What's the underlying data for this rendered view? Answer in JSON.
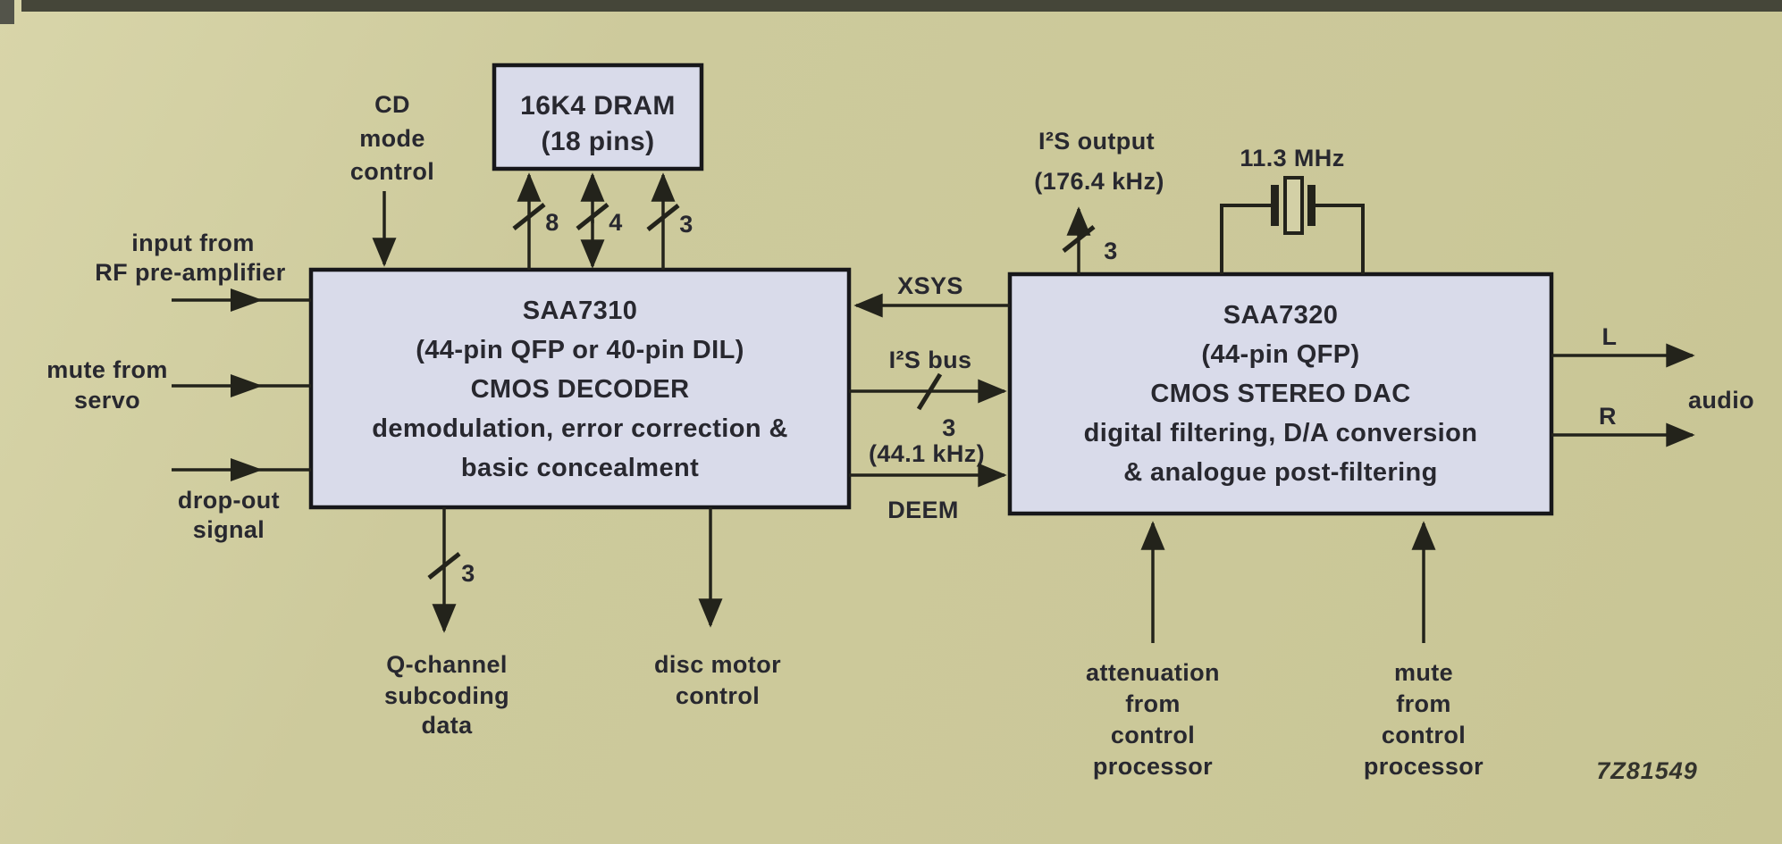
{
  "figure": {
    "code": "7Z81549"
  },
  "colors": {
    "background": "#cdca9c",
    "box_fill": "#d9dbea",
    "box_border": "#17171a",
    "line": "#23231b",
    "text": "#28282f",
    "top_strip": "#454639"
  },
  "blocks": {
    "dram": {
      "lines": [
        "16K4 DRAM",
        "(18 pins)"
      ]
    },
    "decoder": {
      "lines": [
        "SAA7310",
        "(44-pin QFP or 40-pin DIL)",
        "CMOS DECODER",
        "demodulation, error correction &",
        "basic concealment"
      ]
    },
    "dac": {
      "lines": [
        "SAA7320",
        "(44-pin QFP)",
        "CMOS STEREO DAC",
        "digital filtering, D/A conversion",
        "& analogue post-filtering"
      ]
    }
  },
  "labels": {
    "cd_mode": [
      "CD",
      "mode",
      "control"
    ],
    "input_rf": [
      "input from",
      "RF pre-amplifier"
    ],
    "mute_servo": [
      "mute from",
      "servo"
    ],
    "dropout": [
      "drop-out",
      "signal"
    ],
    "xsys": "XSYS",
    "i2s_bus": "I²S bus",
    "rate_44": "(44.1 kHz)",
    "deem": "DEEM",
    "i2s_output": [
      "I²S output",
      "(176.4 kHz)"
    ],
    "crystal": "11.3 MHz",
    "left_ch": "L",
    "right_ch": "R",
    "audio": "audio",
    "q_channel": [
      "Q-channel",
      "subcoding",
      "data"
    ],
    "disc_motor": [
      "disc motor",
      "control"
    ],
    "attenuation": [
      "attenuation",
      "from",
      "control",
      "processor"
    ],
    "mute_dac": [
      "mute",
      "from",
      "control",
      "processor"
    ]
  },
  "bus_widths": {
    "dram_address": "8",
    "dram_data": "4",
    "dram_control": "3",
    "i2s_bus": "3",
    "i2s_output": "3",
    "subcode": "3"
  }
}
